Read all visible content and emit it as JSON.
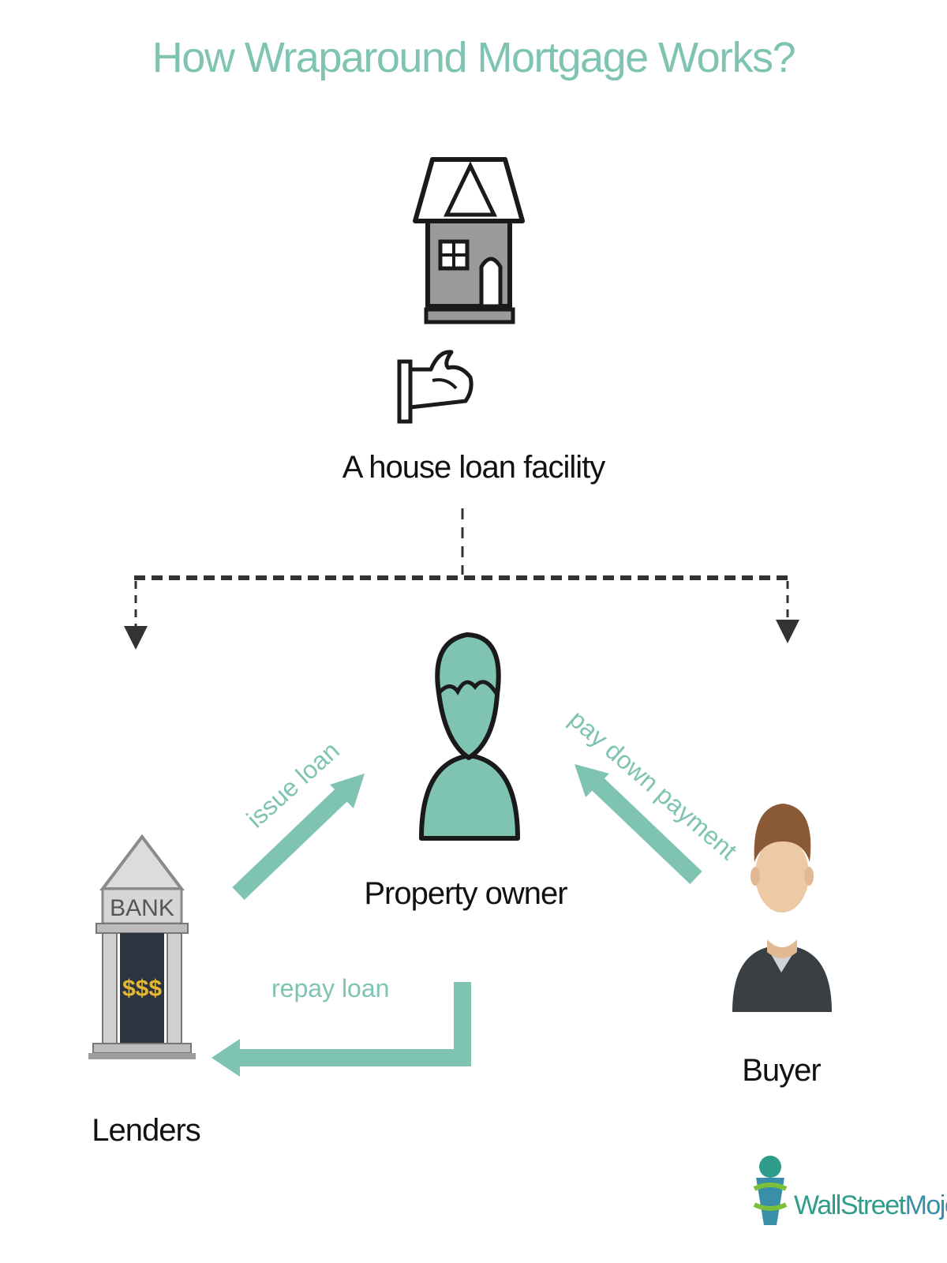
{
  "title": "How Wraparound Mortgage Works?",
  "nodes": {
    "facility": "A house loan facility",
    "owner": "Property owner",
    "lenders": "Lenders",
    "buyer": "Buyer"
  },
  "arrows": {
    "issue_loan": "issue loan",
    "pay_down_payment": "pay down payment",
    "repay_loan": "repay loan"
  },
  "bank": {
    "sign": "BANK",
    "vault": "$$$"
  },
  "brand": {
    "part1": "Wall",
    "part2": "Street",
    "part3": "Mojo"
  },
  "colors": {
    "accent": "#7fc3b3",
    "accent_dark": "#3a7f6e",
    "outline": "#1a1a1a",
    "house_gray": "#9a9a9a"
  }
}
